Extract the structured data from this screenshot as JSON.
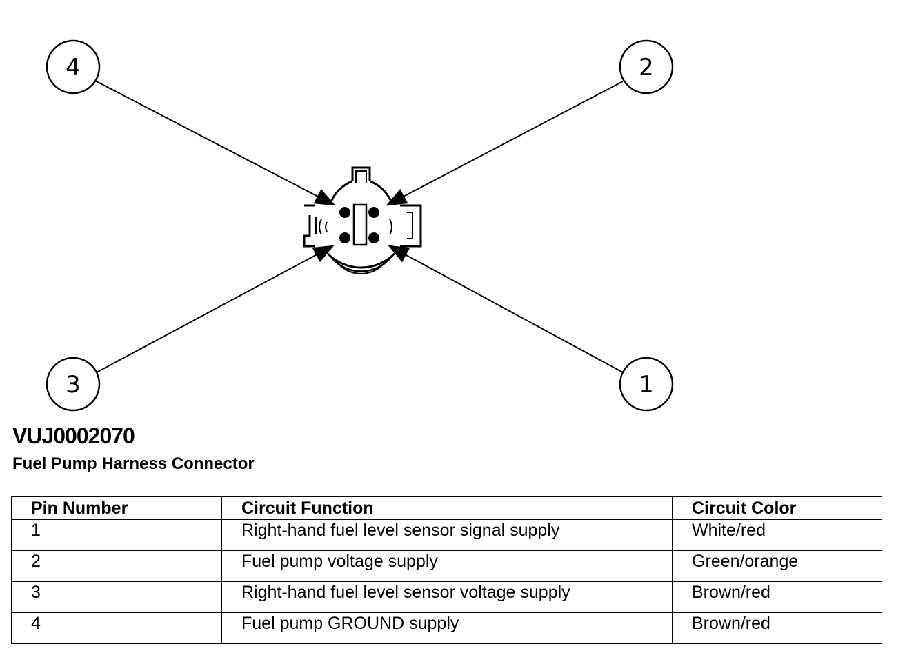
{
  "callouts": [
    "1",
    "2",
    "3",
    "4"
  ],
  "figure_code": "VUJ0002070",
  "figure_title": "Fuel Pump Harness Connector",
  "table": {
    "headers": {
      "pin": "Pin Number",
      "function": "Circuit Function",
      "color": "Circuit Color"
    },
    "rows": [
      {
        "pin": "1",
        "function": "Right-hand fuel level sensor signal supply",
        "color": "White/red"
      },
      {
        "pin": "2",
        "function": "Fuel pump voltage supply",
        "color": "Green/orange"
      },
      {
        "pin": "3",
        "function": "Right-hand fuel level sensor voltage supply",
        "color": "Brown/red"
      },
      {
        "pin": "4",
        "function": "Fuel pump GROUND supply",
        "color": "Brown/red"
      }
    ]
  }
}
